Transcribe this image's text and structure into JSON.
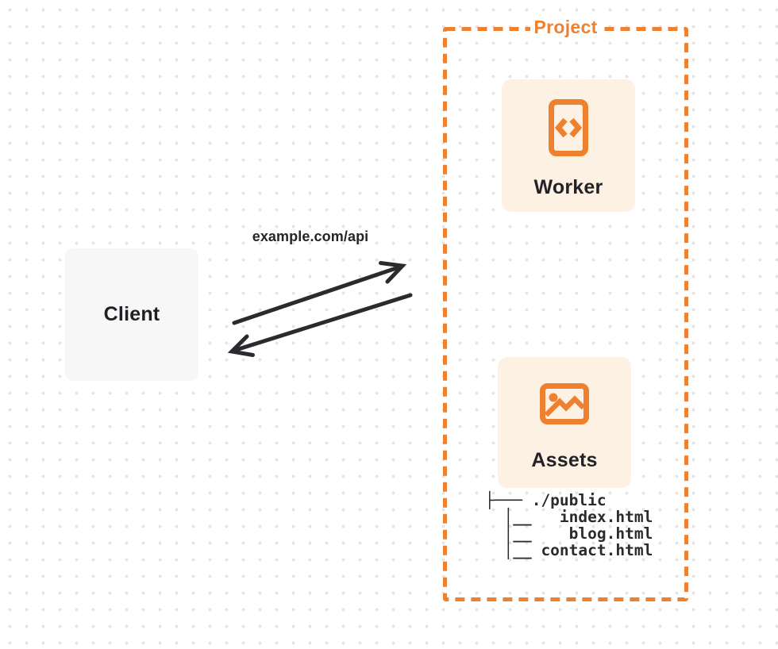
{
  "diagram": {
    "client": {
      "label": "Client"
    },
    "request": {
      "url_label": "example.com/api"
    },
    "project": {
      "label": "Project",
      "worker": {
        "label": "Worker",
        "icon": "code-file-icon"
      },
      "assets": {
        "label": "Assets",
        "icon": "image-icon"
      },
      "file_tree": {
        "lines": [
          "├─── ./public",
          "  │__   index.html",
          "  │__    blog.html",
          "  │__ contact.html"
        ]
      }
    },
    "arrows": [
      {
        "name": "request-arrow",
        "from": "Client",
        "to": "Project",
        "label": "example.com/api"
      },
      {
        "name": "response-arrow",
        "from": "Project",
        "to": "Client",
        "label": ""
      }
    ],
    "colors": {
      "orange": "#EE8130",
      "card_background": "#FDF1E4",
      "client_background": "#F7F7F8",
      "ink": "#2B2B2F",
      "dot_grid": "#E4E4E7"
    }
  }
}
